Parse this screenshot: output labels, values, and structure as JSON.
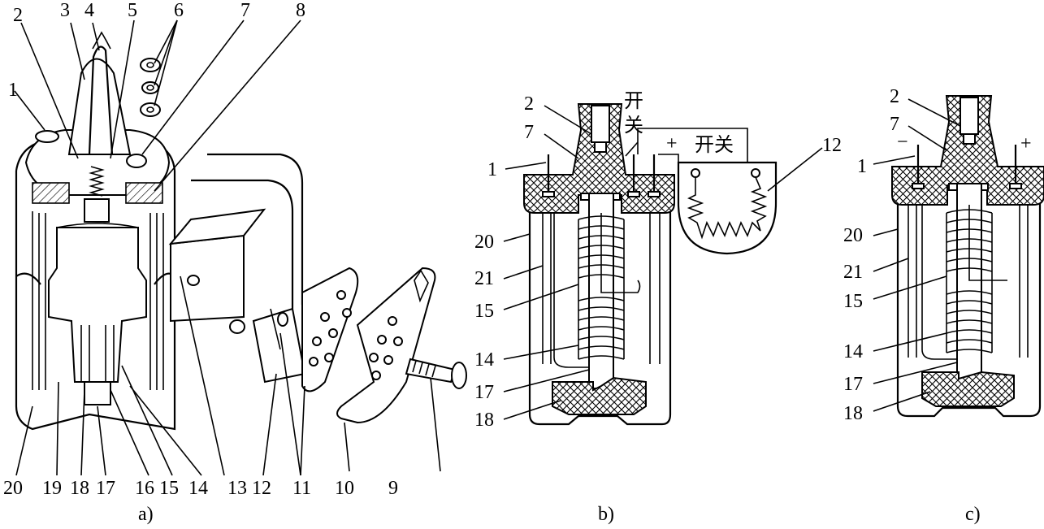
{
  "panels": [
    {
      "id": "a",
      "caption": "a)",
      "labels": [
        "1",
        "2",
        "3",
        "4",
        "5",
        "6",
        "7",
        "8",
        "9",
        "10",
        "11",
        "12",
        "13",
        "14",
        "15",
        "16",
        "17",
        "18",
        "19",
        "20"
      ]
    },
    {
      "id": "b",
      "caption": "b)",
      "labels": [
        "1",
        "2",
        "7",
        "12",
        "14",
        "15",
        "17",
        "18",
        "20",
        "21"
      ],
      "switch_text_vertical": [
        "开",
        "关"
      ],
      "plus_symbol": "+",
      "switch_text": "开关"
    },
    {
      "id": "c",
      "caption": "c)",
      "labels": [
        "1",
        "2",
        "7",
        "14",
        "15",
        "17",
        "18",
        "20",
        "21"
      ],
      "minus_symbol": "−",
      "plus_symbol": "+"
    }
  ]
}
